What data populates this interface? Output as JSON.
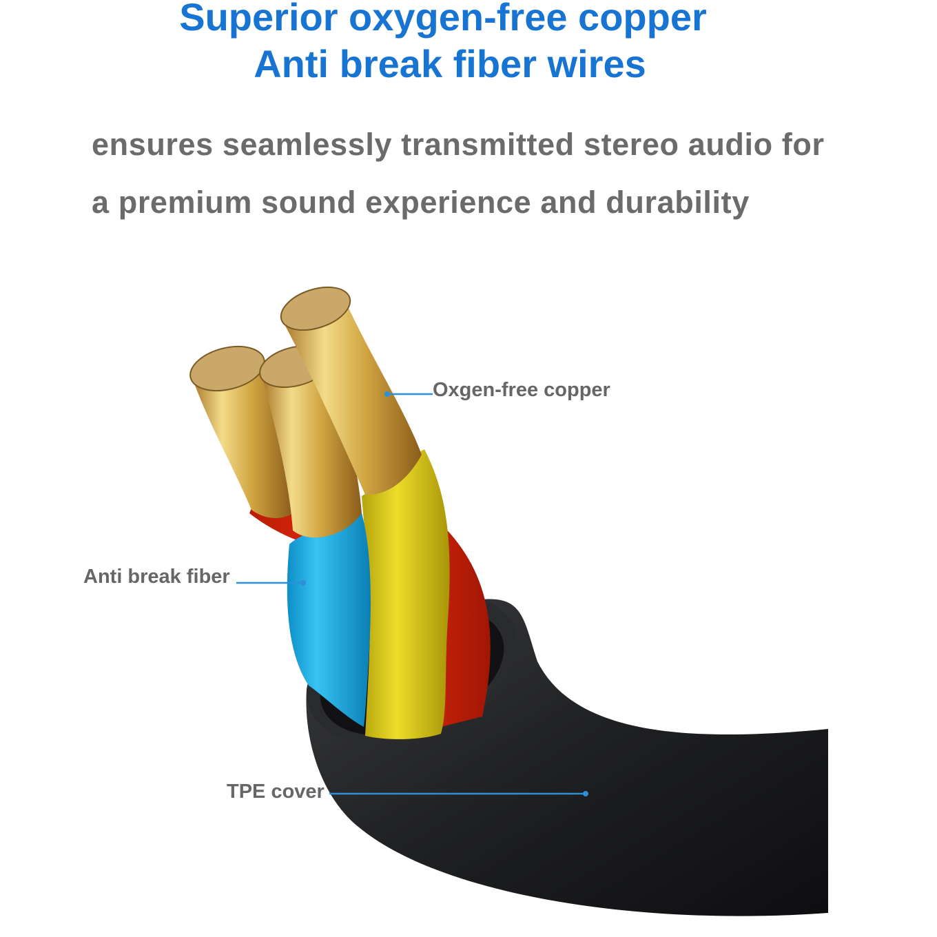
{
  "headline": {
    "line1": "Superior oxygen-free copper",
    "line2": "Anti break fiber wires"
  },
  "description": {
    "line1": "ensures seamlessly transmitted stereo audio for",
    "line2": "a premium sound experience and durability"
  },
  "callouts": {
    "copper": "Oxgen-free copper",
    "fiber": "Anti break fiber",
    "cover": "TPE cover"
  },
  "colors": {
    "headline": "#1874d2",
    "body_text": "#6b6b6b",
    "callout_line": "#2d8fd9",
    "copper": "#d9b24a",
    "blue_insulation": "#1aa9e0",
    "yellow_insulation": "#d8c51a",
    "red_insulation": "#e0250d",
    "jacket": "#1e1f21"
  }
}
